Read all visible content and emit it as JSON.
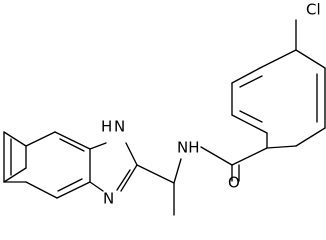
{
  "molecule": {
    "atoms": {
      "chlorine": "Cl",
      "amide_nitrogen": "NH",
      "carbonyl_oxygen": "O",
      "imidazole_nh_h": "H",
      "imidazole_nh_n": "N",
      "imidazole_n": "N"
    }
  }
}
